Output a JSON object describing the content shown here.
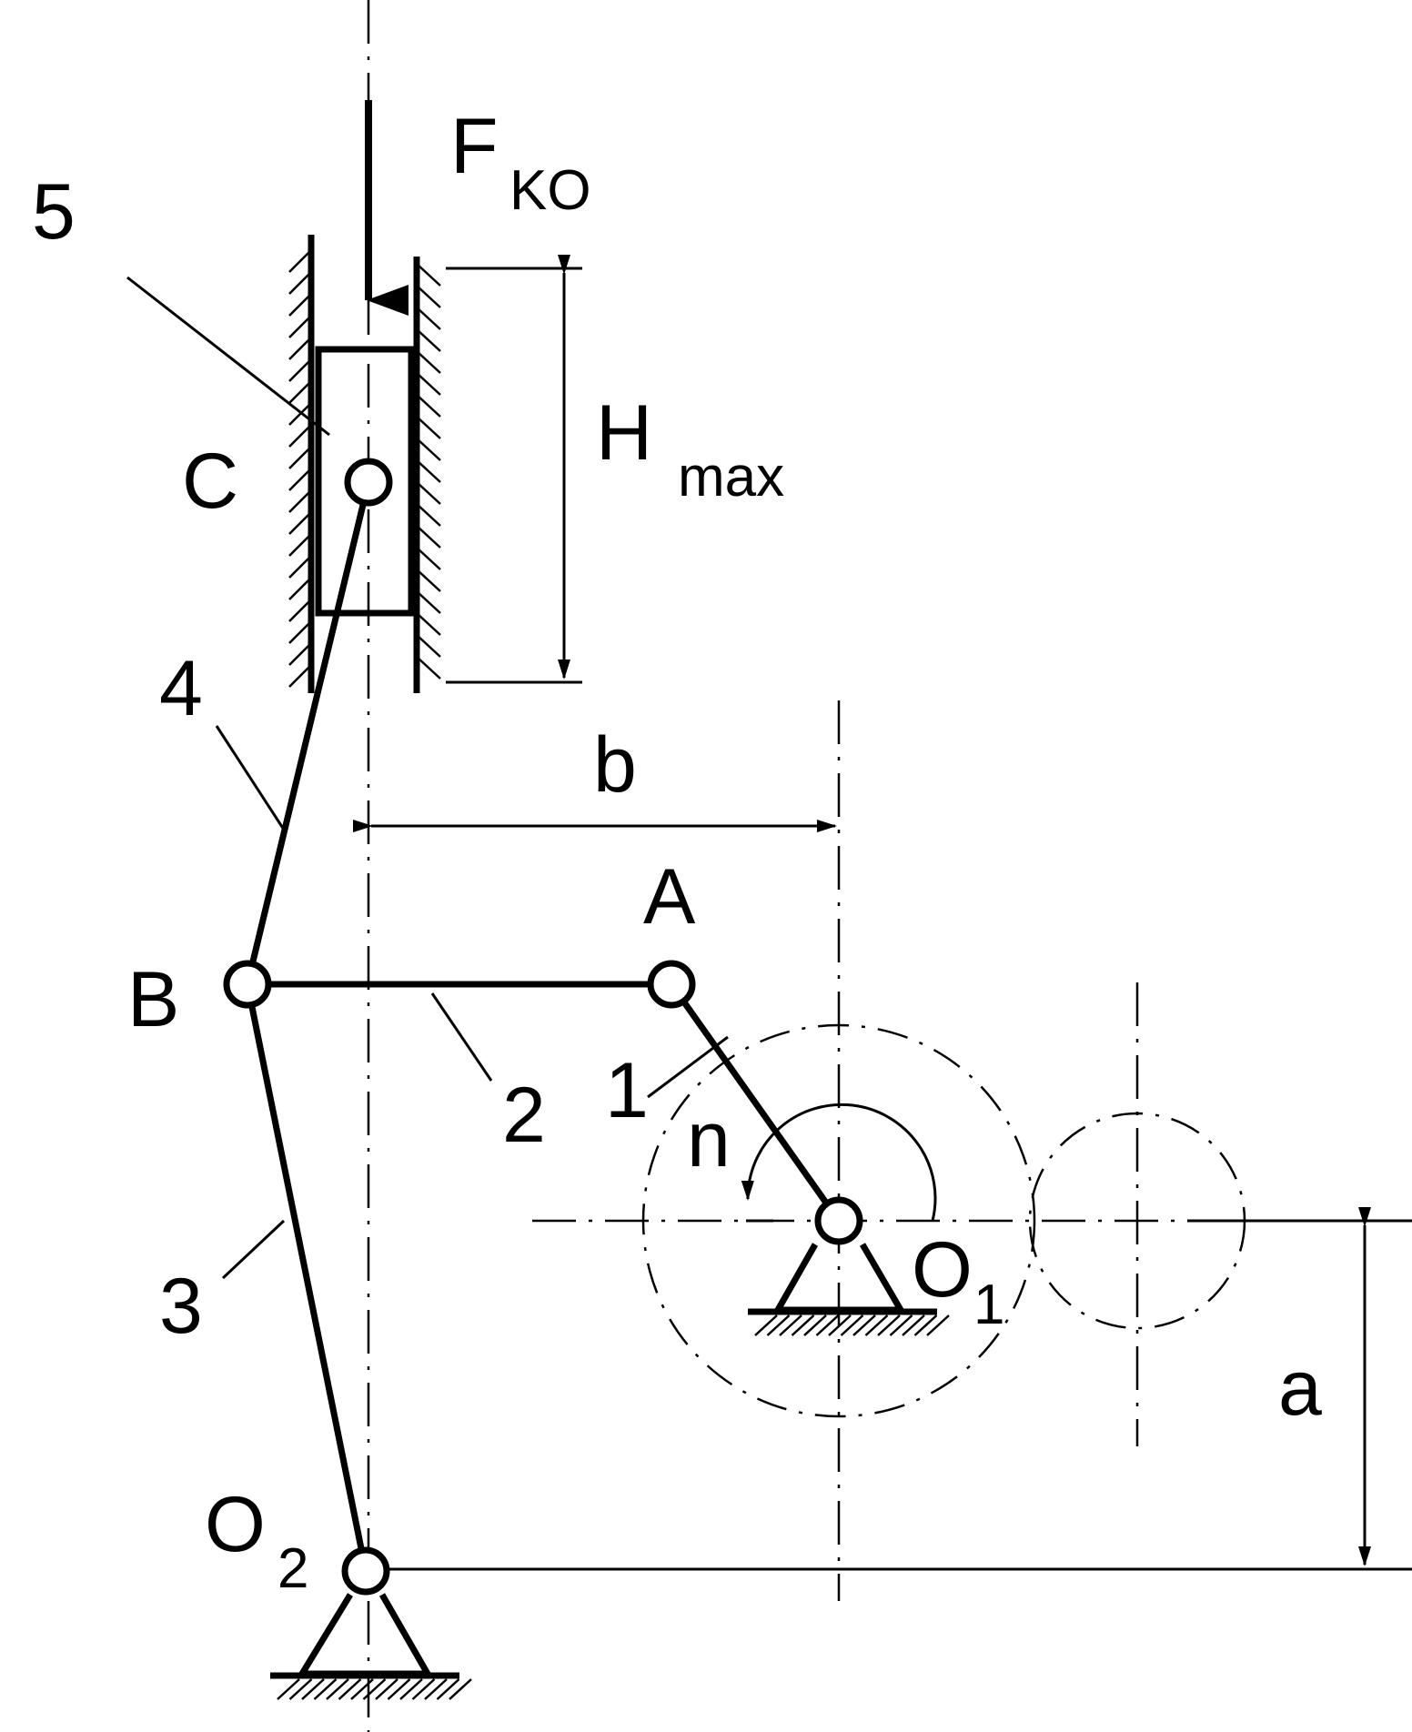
{
  "labels": {
    "force": "F",
    "force_sub": "KO",
    "link5": "5",
    "point_c": "C",
    "stroke": "H",
    "stroke_sub": "max",
    "link4": "4",
    "dim_b": "b",
    "point_a": "A",
    "point_b": "B",
    "link1": "1",
    "link2": "2",
    "speed": "n",
    "pivot_o1": "O",
    "pivot_o1_sub": "1",
    "link3": "3",
    "dim_a": "a",
    "pivot_o2": "O",
    "pivot_o2_sub": "2"
  }
}
